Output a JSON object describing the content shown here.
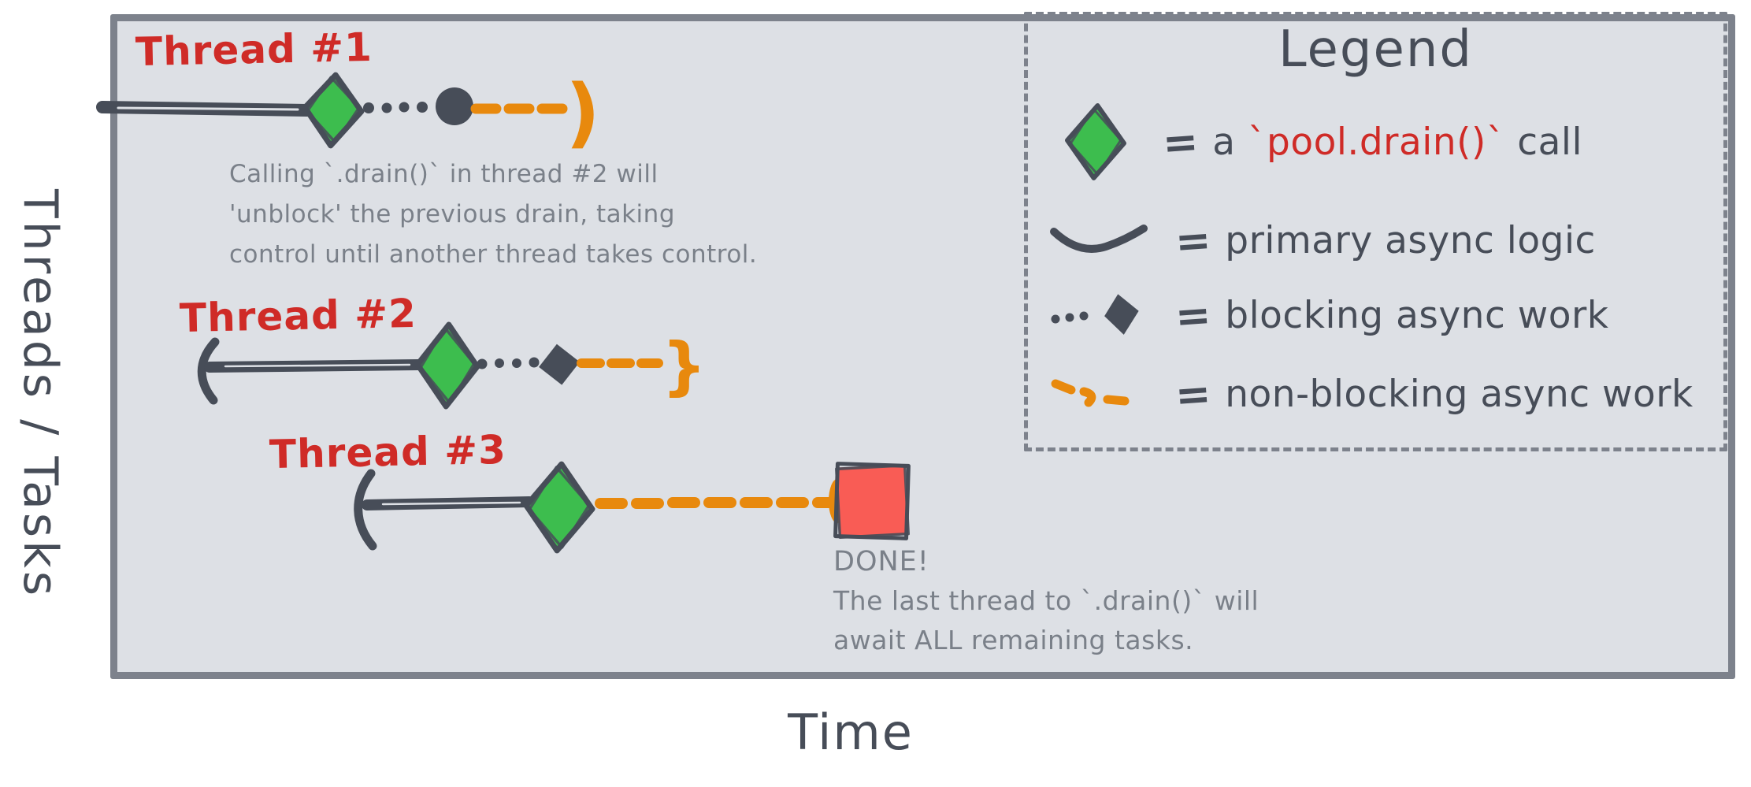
{
  "colors": {
    "canvas-fill": "#dde0e5",
    "canvas-border": "#7d828c",
    "slate": "#474d58",
    "muted": "#7a8089",
    "red": "#cf2b27",
    "red-fill": "#f95c55",
    "green": "#3dbd4e",
    "orange": "#e8890d"
  },
  "axes": {
    "y_label": "Threads / Tasks",
    "x_label": "Time"
  },
  "threads": [
    {
      "label": "Thread #1"
    },
    {
      "label": "Thread #2"
    },
    {
      "label": "Thread #3"
    }
  ],
  "annotations": {
    "drain_note": {
      "lines": [
        "Calling `.drain()` in thread #2 will",
        "'unblock' the previous drain, taking",
        "control until another thread takes control."
      ]
    },
    "done_note": {
      "title": "DONE!",
      "lines": [
        "The last thread to `.drain()` will",
        "await ALL remaining tasks."
      ]
    }
  },
  "glyphs": {
    "thread1_end": ")",
    "thread2_end": "}"
  },
  "legend": {
    "title": "Legend",
    "equals": "=",
    "items": [
      {
        "symbol": "pool-drain-diamond",
        "label_prefix": "a ",
        "label_code": "`pool.drain()`",
        "label_suffix": " call"
      },
      {
        "symbol": "primary-async-line",
        "label": "primary async logic"
      },
      {
        "symbol": "blocking-async-dots",
        "label": "blocking async work"
      },
      {
        "symbol": "non-blocking-dashes",
        "label": "non-blocking async work"
      }
    ]
  }
}
